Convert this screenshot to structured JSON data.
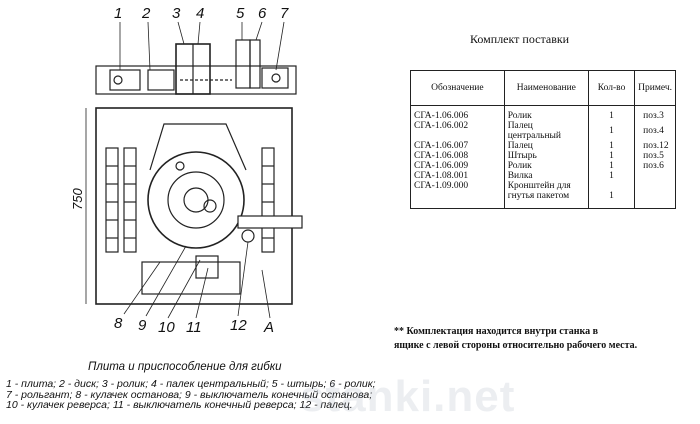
{
  "drawing": {
    "dimension_label": "750",
    "callouts": [
      "1",
      "2",
      "3",
      "4",
      "5",
      "6",
      "7",
      "8",
      "9",
      "10",
      "11",
      "12",
      "A"
    ]
  },
  "supply": {
    "title": "Комплект поставки",
    "headers": [
      "Обозначение",
      "Наименование",
      "Кол-во",
      "Примеч."
    ],
    "rows": [
      {
        "code": "СГА-1.06.006",
        "name": "Ролик",
        "qty": "1",
        "note": "поз.3"
      },
      {
        "code": "СГА-1.06.002",
        "name": "Палец центральный",
        "qty": "1",
        "note": "поз.4"
      },
      {
        "code": "СГА-1.06.007",
        "name": "Палец",
        "qty": "1",
        "note": "поз.12"
      },
      {
        "code": "СГА-1.06.008",
        "name": "Штырь",
        "qty": "1",
        "note": "поз.5"
      },
      {
        "code": "СГА-1.06.009",
        "name": "Ролик",
        "qty": "1",
        "note": "поз.6"
      },
      {
        "code": "СГА-1.08.001",
        "name": "Вилка",
        "qty": "1",
        "note": ""
      },
      {
        "code": "СГА-1.09.000",
        "name": "Кронштейн для гнутья пакетом",
        "qty": "1",
        "note": ""
      }
    ],
    "footnote_line1": "** Комплектация  находится внутри станка в",
    "footnote_line2": "ящике с левой стороны относительно рабочего места."
  },
  "caption": {
    "title": "Плита и приспособление для гибки",
    "legend": "1 - плита; 2 - диск; 3 - ролик; 4 - палек центральный; 5 - штырь; 6 - ролик; 7 - рольгант; 8 - кулачек останова; 9 - выключатель конечный останова; 10 - кулачек реверса; 11 - выключатель конечный реверса; 12 - палец."
  },
  "watermark": "stanki.net"
}
